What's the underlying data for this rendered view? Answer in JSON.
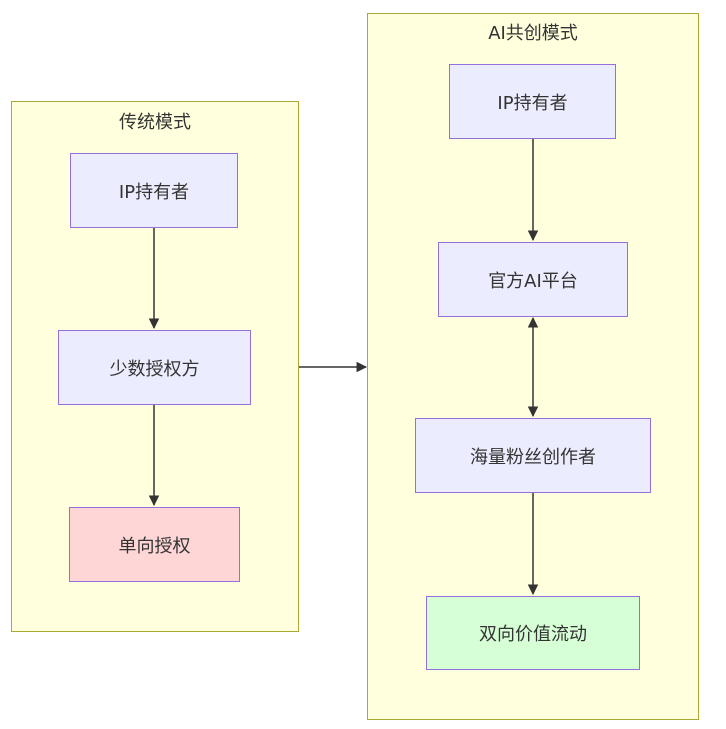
{
  "clusters": {
    "traditional": {
      "title": "传统模式"
    },
    "ai": {
      "title": "AI共创模式"
    }
  },
  "nodes": {
    "t_ip_holder": "IP持有者",
    "t_few_licensees": "少数授权方",
    "t_one_way_license": "单向授权",
    "a_ip_holder": "IP持有者",
    "a_official_platform": "官方AI平台",
    "a_fan_creators": "海量粉丝创作者",
    "a_two_way_value": "双向价值流动"
  },
  "colors": {
    "cluster_fill": "#ffffde",
    "cluster_border": "#aaaa33",
    "node_fill": "#ececff",
    "node_border": "#9370db",
    "highlight_pink": "#ffd6d6",
    "highlight_green": "#d6ffd6",
    "edge": "#333333"
  }
}
